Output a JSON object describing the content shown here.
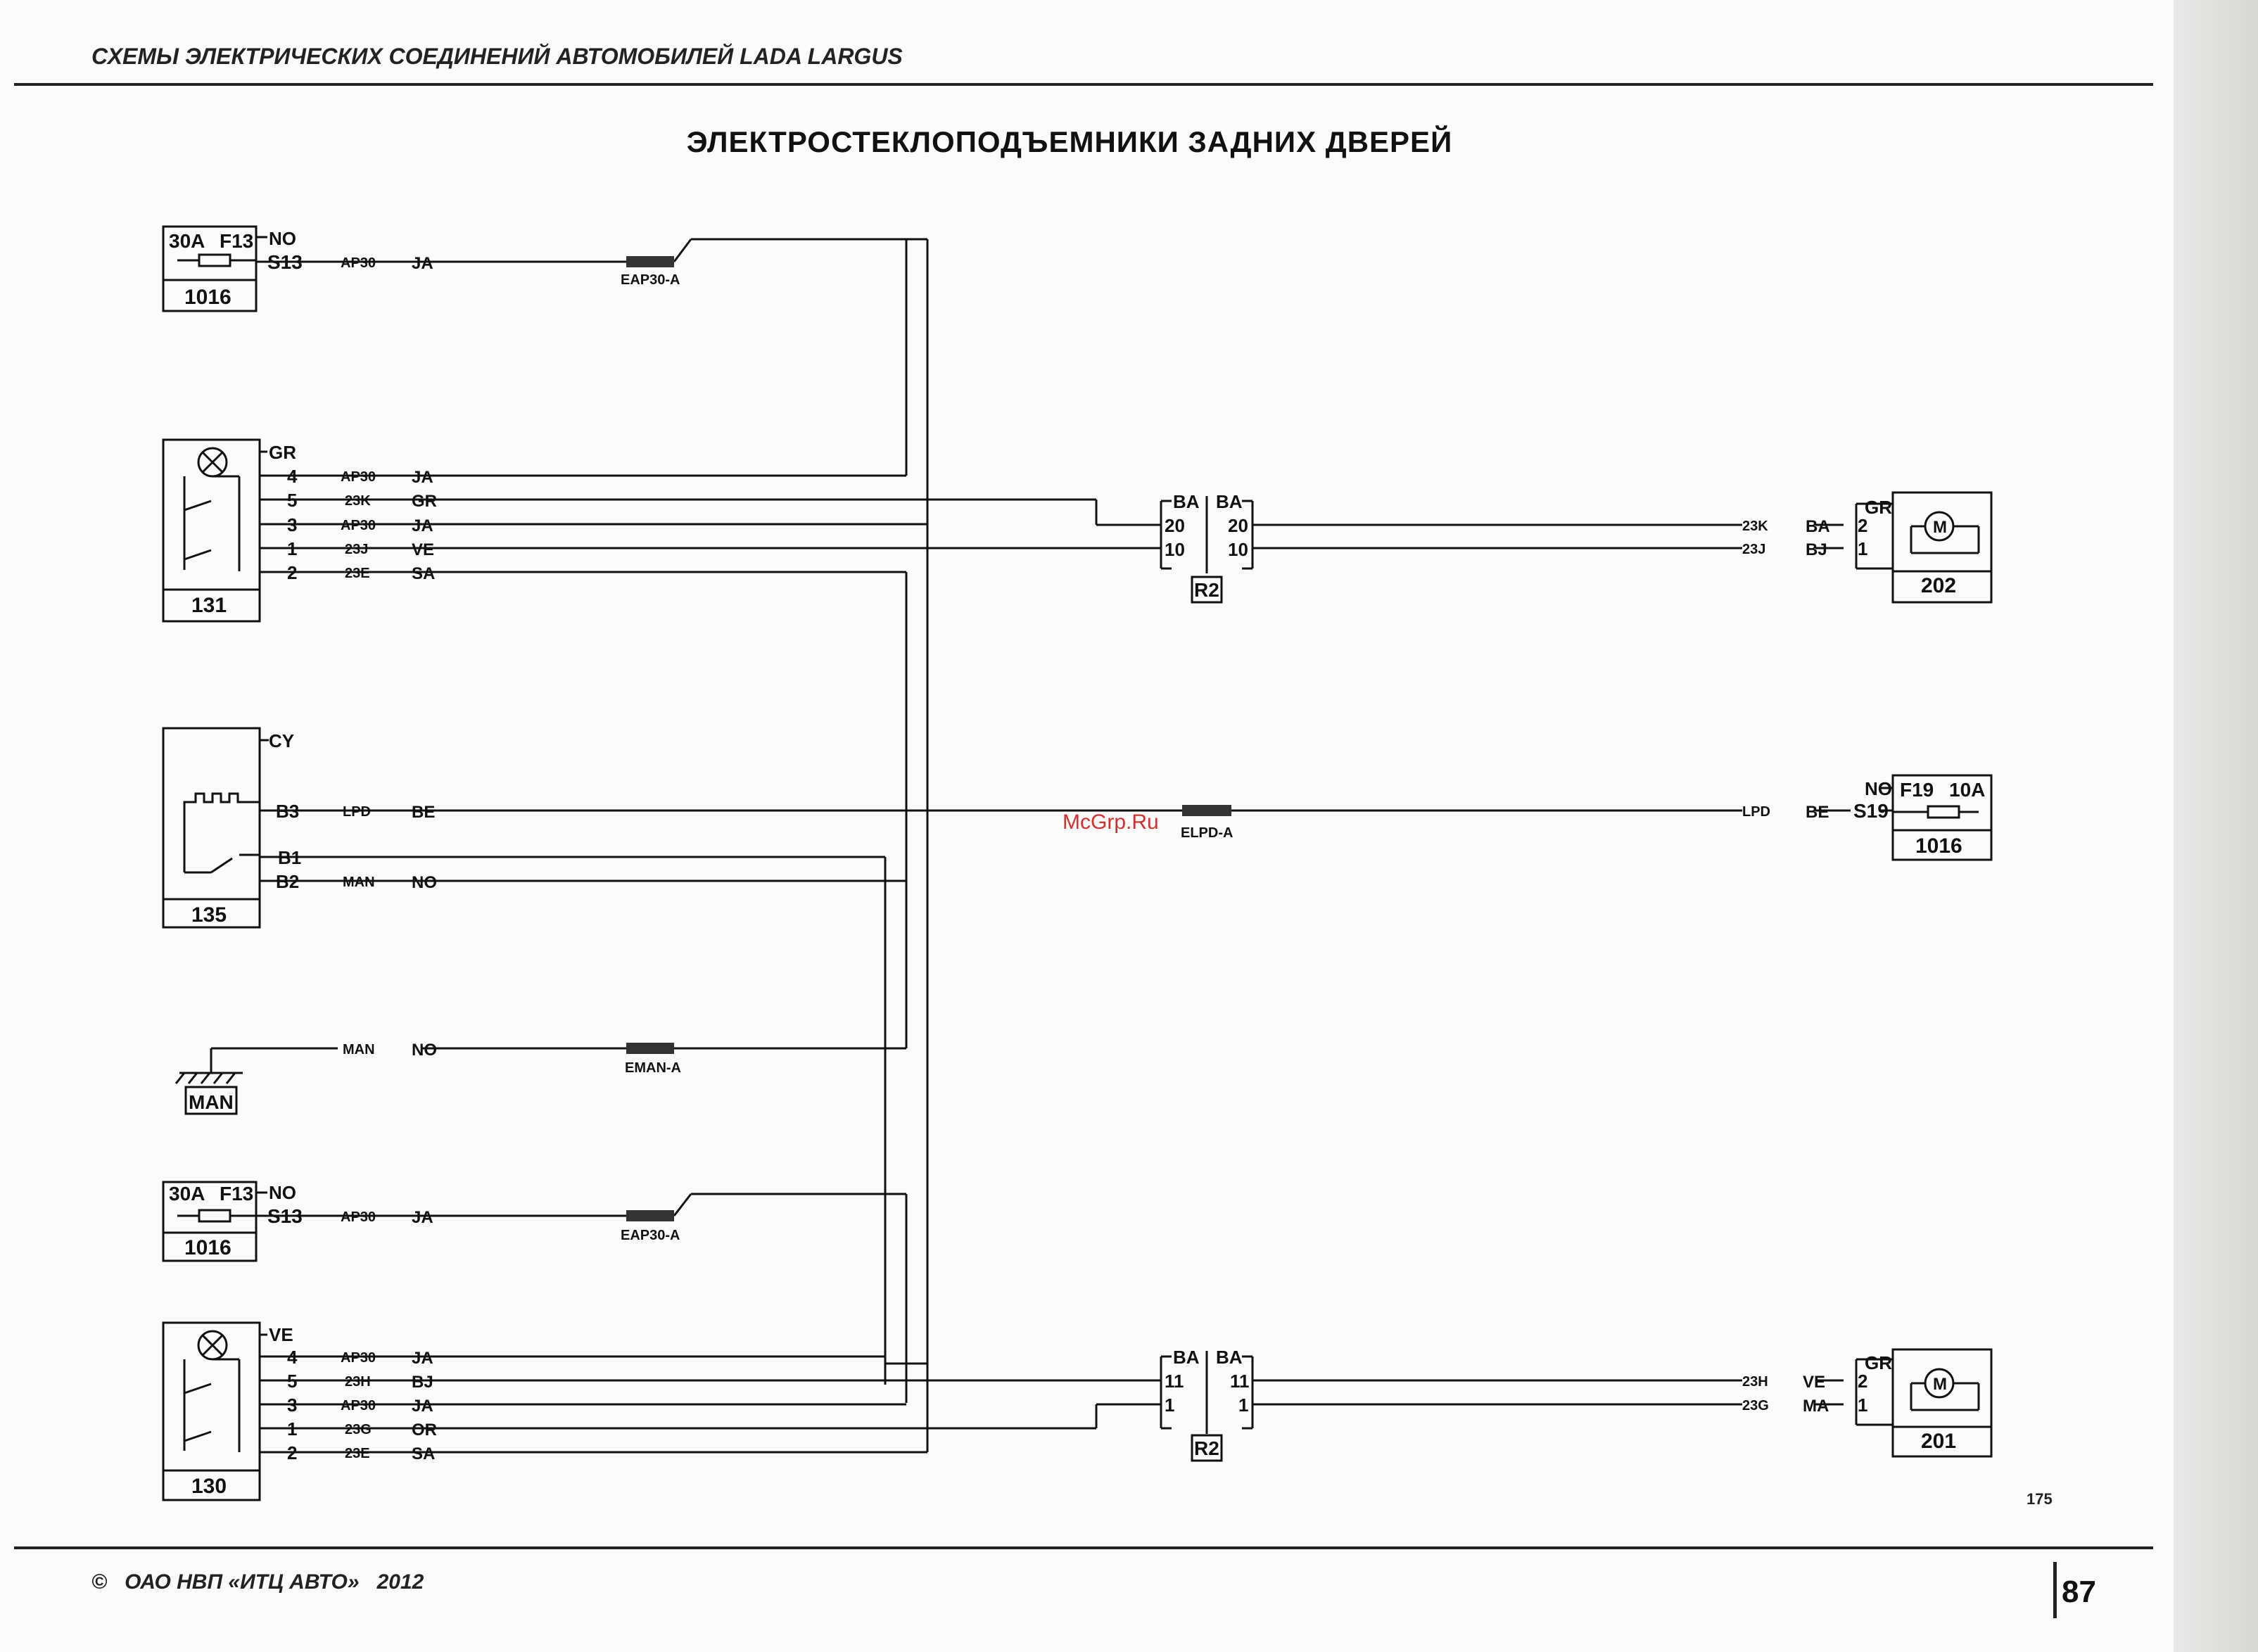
{
  "header": {
    "book_title": "СХЕМЫ ЭЛЕКТРИЧЕСКИХ СОЕДИНЕНИЙ АВТОМОБИЛЕЙ LADA LARGUS",
    "page_title": "ЭЛЕКТРОСТЕКЛОПОДЪЕМНИКИ ЗАДНИХ ДВЕРЕЙ"
  },
  "footer": {
    "copyright": "©   ОАО НВП «ИТЦ АВТО»   2012",
    "page_number": "87",
    "diagram_number": "175"
  },
  "watermark": "McGrp.Ru",
  "fuse_top": {
    "rating": "30A",
    "fuse": "F13",
    "wire": "NO",
    "pin": "S13",
    "block": "1016"
  },
  "fuse_bottom": {
    "rating": "30A",
    "fuse": "F13",
    "wire": "NO",
    "pin": "S13",
    "block": "1016"
  },
  "fuse_right": {
    "rating": "10A",
    "fuse": "F19",
    "wire": "NO",
    "pin": "S19",
    "block": "1016"
  },
  "switch_131": {
    "id": "131",
    "top_wire": "GR",
    "pins": [
      "4",
      "5",
      "3",
      "1",
      "2"
    ]
  },
  "switch_130": {
    "id": "130",
    "top_wire": "VE",
    "pins": [
      "4",
      "5",
      "3",
      "1",
      "2"
    ]
  },
  "module_135": {
    "id": "135",
    "top_wire": "CY",
    "pins": [
      "B3",
      "B1",
      "B2"
    ]
  },
  "ground": {
    "label": "MAN"
  },
  "wires": {
    "ap30": "AP30",
    "ja": "JA",
    "k23": "23K",
    "gr": "GR",
    "j23": "23J",
    "ve": "VE",
    "e23": "23E",
    "sa": "SA",
    "lpd": "LPD",
    "be": "BE",
    "man": "MAN",
    "no": "NO",
    "h23": "23H",
    "bj": "BJ",
    "g23": "23G",
    "or": "OR",
    "ba": "BA",
    "ma": "MA"
  },
  "splices": {
    "eap30": "EAP30-A",
    "elpd": "ELPD-A",
    "eman": "EMAN-A"
  },
  "connector_r2_top": {
    "label": "R2",
    "wire": "BA",
    "pins": [
      "20",
      "10"
    ]
  },
  "connector_r2_bottom": {
    "label": "R2",
    "wire": "BA",
    "pins": [
      "11",
      "1"
    ]
  },
  "motor_202": {
    "id": "202",
    "wire": "GR",
    "pins": [
      "2",
      "1"
    ],
    "symbol": "M"
  },
  "motor_201": {
    "id": "201",
    "wire": "GR",
    "pins": [
      "2",
      "1"
    ],
    "symbol": "M"
  }
}
